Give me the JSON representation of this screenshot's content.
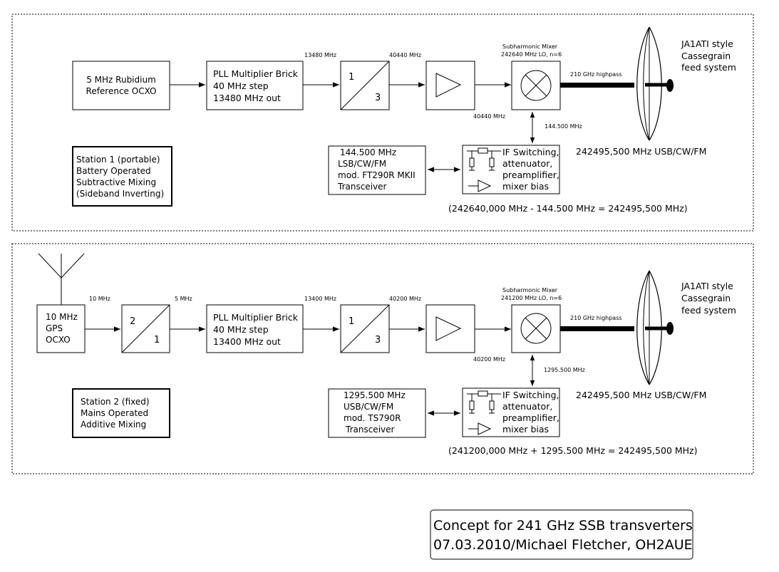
{
  "station1": {
    "rubidium": [
      "5 MHz Rubidium",
      "Reference OCXO"
    ],
    "pll": [
      "PLL Multiplier Brick",
      "40 MHz step",
      "13480 MHz out"
    ],
    "div_num": "1",
    "div_den": "3",
    "f_13480": "13480 MHz",
    "f_40440_top": "40440 MHz",
    "f_40440_bot": "40440 MHz",
    "mixer_title": "Subharmonic Mixer",
    "mixer_lo": "242640 MHz LO, n=6",
    "highpass": "210 GHz highpass",
    "feed": [
      "JA1ATI style",
      "Cassegrain",
      "feed system"
    ],
    "if_freq": "144.500 MHz",
    "transceiver": [
      "144.500 MHz",
      "LSB/CW/FM",
      "mod. FT290R MKII",
      "Transceiver"
    ],
    "if_box": [
      "IF Switching,",
      "attenuator,",
      "preamplifier,",
      "mixer bias"
    ],
    "output": "242495,500 MHz USB/CW/FM",
    "info": [
      "Station 1 (portable)",
      "Battery Operated",
      "Subtractive Mixing",
      "(Sideband Inverting)"
    ],
    "equation": "(242640,000 MHz - 144.500 MHz = 242495,500 MHz)"
  },
  "station2": {
    "gps": [
      "10 MHz",
      "GPS",
      "OCXO"
    ],
    "f_10": "10 MHz",
    "f_5": "5 MHz",
    "div1_num": "2",
    "div1_den": "1",
    "pll": [
      "PLL Multiplier Brick",
      "40 MHz step",
      "13400 MHz out"
    ],
    "f_13400": "13400 MHz",
    "div2_num": "1",
    "div2_den": "3",
    "f_40200_top": "40200 MHz",
    "f_40200_bot": "40200 MHz",
    "mixer_title": "Subharmonic Mixer",
    "mixer_lo": "241200 MHz LO, n=6",
    "highpass": "210 GHz highpass",
    "feed": [
      "JA1ATI style",
      "Cassegrain",
      "feed system"
    ],
    "if_freq": "1295.500 MHz",
    "transceiver": [
      "1295.500 MHz",
      "USB/CW/FM",
      "mod. TS790R",
      "Transceiver"
    ],
    "if_box": [
      "IF Switching,",
      "attenuator,",
      "preamplifier,",
      "mixer bias"
    ],
    "output": "242495,500 MHz USB/CW/FM",
    "info": [
      "Station 2 (fixed)",
      "Mains Operated",
      "Additive Mixing"
    ],
    "equation": "(241200,000 MHz + 1295.500 MHz = 242495,500 MHz)"
  },
  "caption": [
    "Concept for 241 GHz SSB transverters",
    "07.03.2010/Michael Fletcher, OH2AUE"
  ]
}
